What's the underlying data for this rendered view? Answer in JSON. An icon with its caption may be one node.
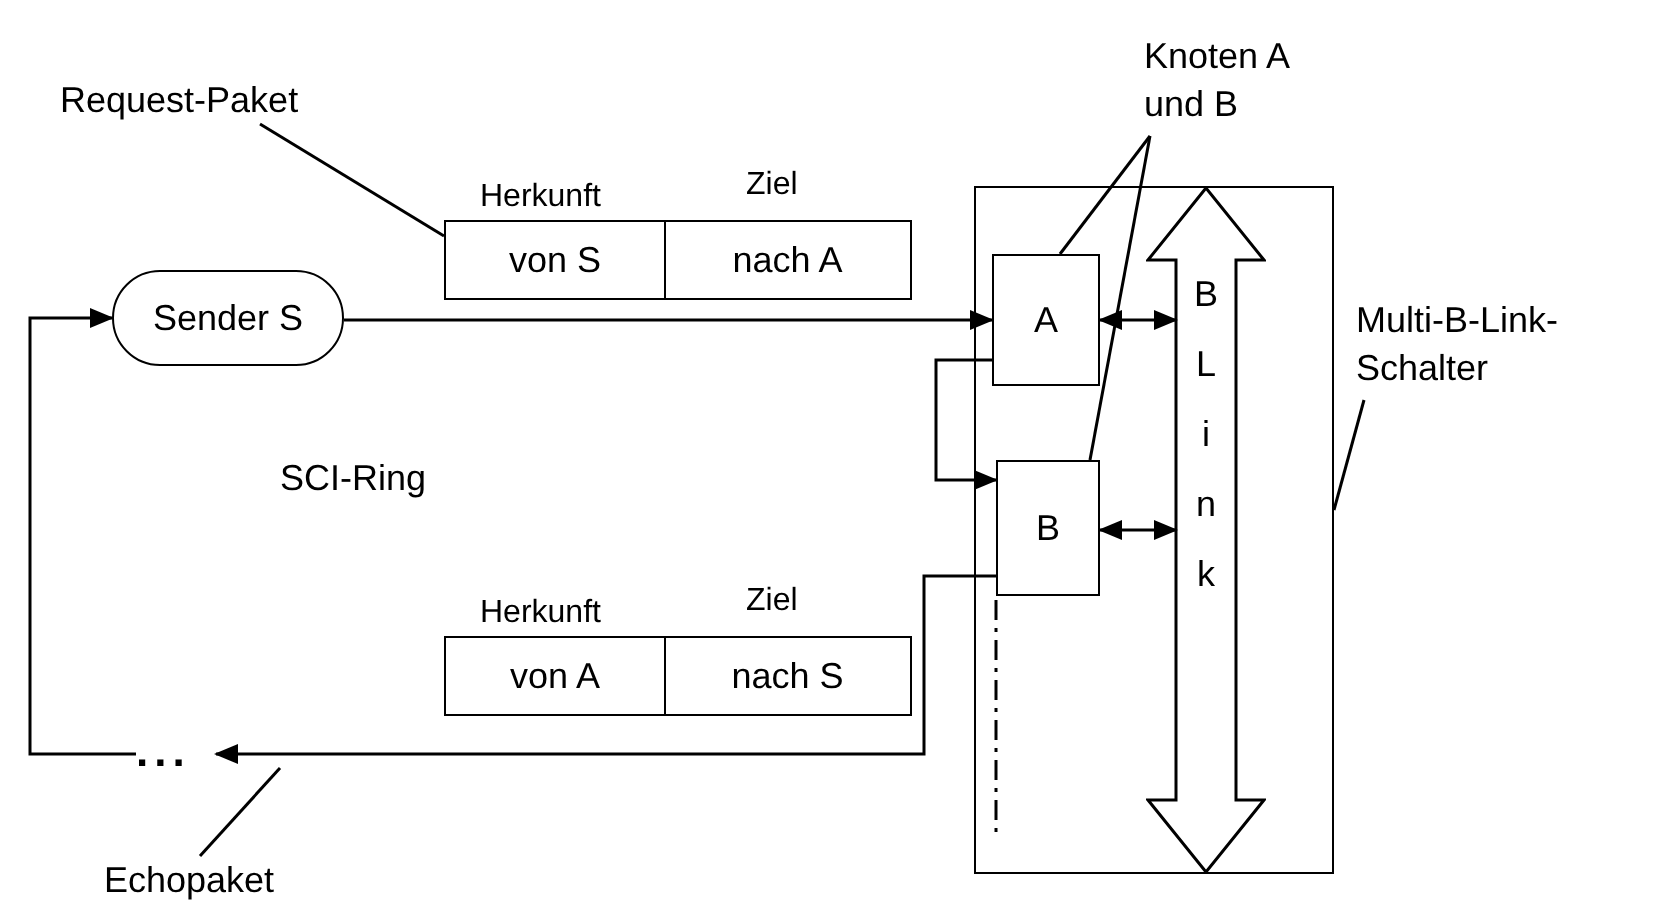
{
  "diagram": {
    "nodes": [
      {
        "text": [
          "Request-Paket"
        ]
      },
      {
        "text": [
          "Herkunft",
          "Ziel",
          "von S",
          "nach A"
        ]
      },
      {
        "text": [
          "Knoten A und B"
        ]
      },
      {
        "text": [
          "Sender S"
        ]
      },
      {
        "text": [],
        "shape": "box"
      },
      {
        "text": [
          "A"
        ],
        "in": 4
      },
      {
        "text": [
          "B L i n k"
        ],
        "in": 4
      },
      {
        "text": [
          "Multi-B-Link-Schalter"
        ]
      },
      {
        "text": [
          "B"
        ],
        "in": 4
      },
      {
        "text": [
          "Herkunft",
          "Ziel",
          "von A",
          "nach S"
        ]
      },
      {
        "text": [
          "..."
        ]
      },
      {
        "text": [
          "Echopaket"
        ]
      }
    ],
    "edges": [
      {
        "from": 3,
        "to": 5,
        "arrow": "to"
      },
      {
        "from": 5,
        "to": 8,
        "arrow": "to"
      },
      {
        "from": 8,
        "to": 10,
        "arrow": "to"
      },
      {
        "from": 10,
        "to": 3,
        "arrow": "to"
      },
      {
        "from": 5,
        "to": 6,
        "arrow": "both"
      },
      {
        "from": 8,
        "to": 6,
        "arrow": "both"
      },
      {
        "from": 0,
        "to": 1,
        "arrow": "none"
      },
      {
        "from": 2,
        "to": 5,
        "arrow": "none"
      },
      {
        "from": 2,
        "to": 8,
        "arrow": "none"
      },
      {
        "from": 7,
        "to": 4,
        "arrow": "none"
      },
      {
        "from": 11,
        "to": null,
        "arrow": "none"
      }
    ],
    "labels": [
      "SCI-Ring"
    ]
  }
}
